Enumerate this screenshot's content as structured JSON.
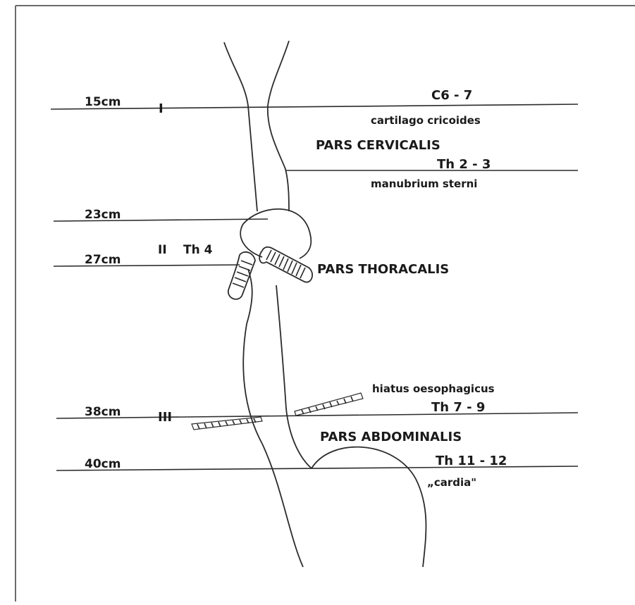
{
  "distances": {
    "d15": "15cm",
    "d23": "23cm",
    "d27": "27cm",
    "d38": "38cm",
    "d40": "40cm"
  },
  "narrowings": {
    "first": "I",
    "second": "II",
    "second_level": "Th 4",
    "third": "III"
  },
  "parts": {
    "cervicalis": "PARS CERVICALIS",
    "thoracalis": "PARS THORACALIS",
    "abdominalis": "PARS ABDOMINALIS"
  },
  "landmarks": {
    "c6_7": "C6 - 7",
    "cartilago": "cartilago cricoides",
    "th2_3": "Th 2 - 3",
    "manubrium": "manubrium sterni",
    "hiatus": "hiatus oesophagicus",
    "th7_9": "Th 7 - 9",
    "th11_12": "Th 11 - 12",
    "cardia": "„cardia\""
  },
  "colors": {
    "ink": "#2b2b2b",
    "paper": "#ffffff",
    "border": "#6b6b6b"
  }
}
